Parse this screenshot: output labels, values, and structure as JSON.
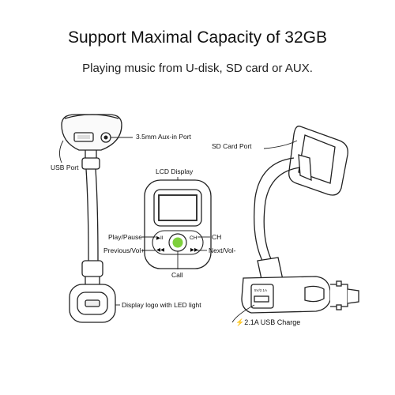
{
  "header": {
    "title": "Support Maximal Capacity of 32GB",
    "subtitle": "Playing music from U-disk, SD card or AUX."
  },
  "labels": {
    "aux_port": "3.5mm Aux-in Port",
    "usb_port": "USB Port",
    "sd_card_port": "SD Card Port",
    "lcd_display": "LCD Display",
    "play_pause": "Play/Pause",
    "ch": "CH",
    "previous_vol": "Previous/Vol+",
    "next_vol": "Next/Vol-",
    "call": "Call",
    "display_logo": "Display logo with LED light",
    "usb_charge": "2.1A USB Charge",
    "usb_socket_print": "5V/2.1A"
  },
  "icons": {
    "charge": "lightning-bolt-icon"
  },
  "colors": {
    "accent_red": "#e8201c",
    "call_button_green": "#7ed03c",
    "line": "#222222"
  }
}
